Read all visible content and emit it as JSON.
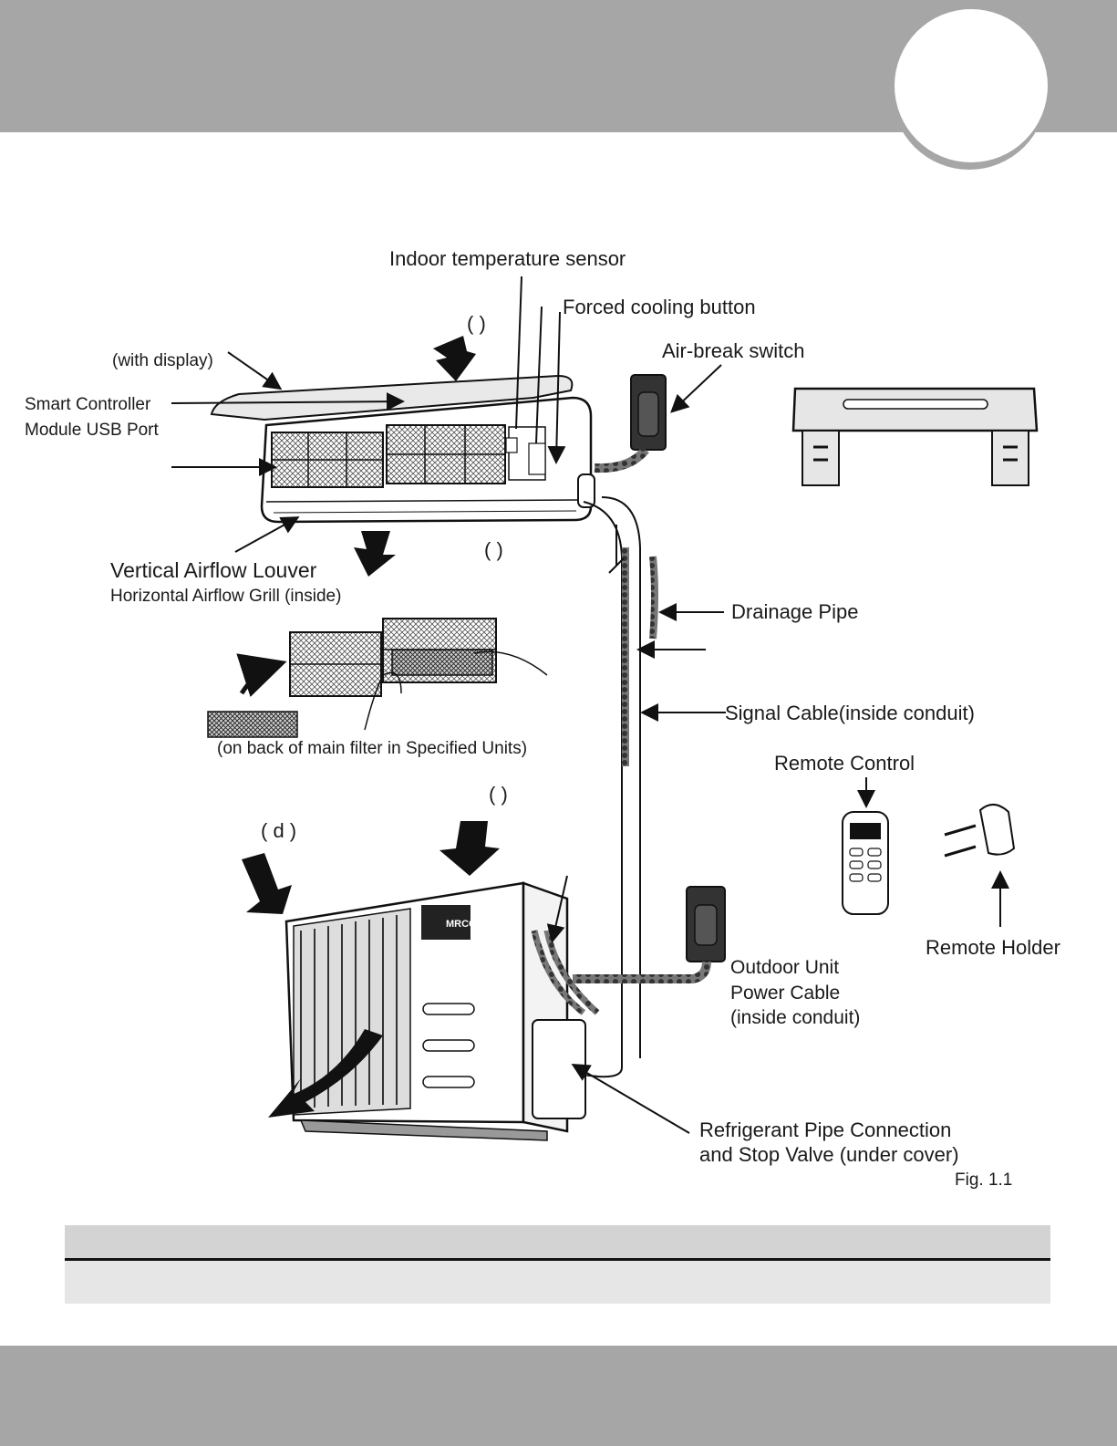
{
  "labels": {
    "indoor_temp_sensor": "Indoor temperature sensor",
    "forced_cooling_button": "Forced cooling button",
    "paren_top": "(     )",
    "air_break_switch": "Air-break switch",
    "with_display": "(with display)",
    "smart_controller_line1": "Smart Controller",
    "smart_controller_line2": "Module USB Port",
    "vertical_airflow_louver": "Vertical Airflow Louver",
    "horizontal_airflow_grill": "Horizontal Airflow Grill (inside)",
    "paren_pipe": "(          )",
    "drainage_pipe": "Drainage Pipe",
    "signal_cable": "Signal Cable(inside conduit)",
    "filter_note": "(on back of main filter in Specified Units)",
    "remote_control": "Remote Control",
    "paren_outdoor": "(     )",
    "paren_d": "( d )",
    "remote_holder": "Remote Holder",
    "outdoor_power_line1": "Outdoor Unit",
    "outdoor_power_line2": "Power Cable",
    "outdoor_power_line3": "(inside conduit)",
    "refrigerant_line1": "Refrigerant Pipe Connection",
    "refrigerant_line2": "and Stop Valve (under cover)",
    "figure_caption": "Fig. 1.1"
  },
  "brand_logo_text": "MRCOOL"
}
